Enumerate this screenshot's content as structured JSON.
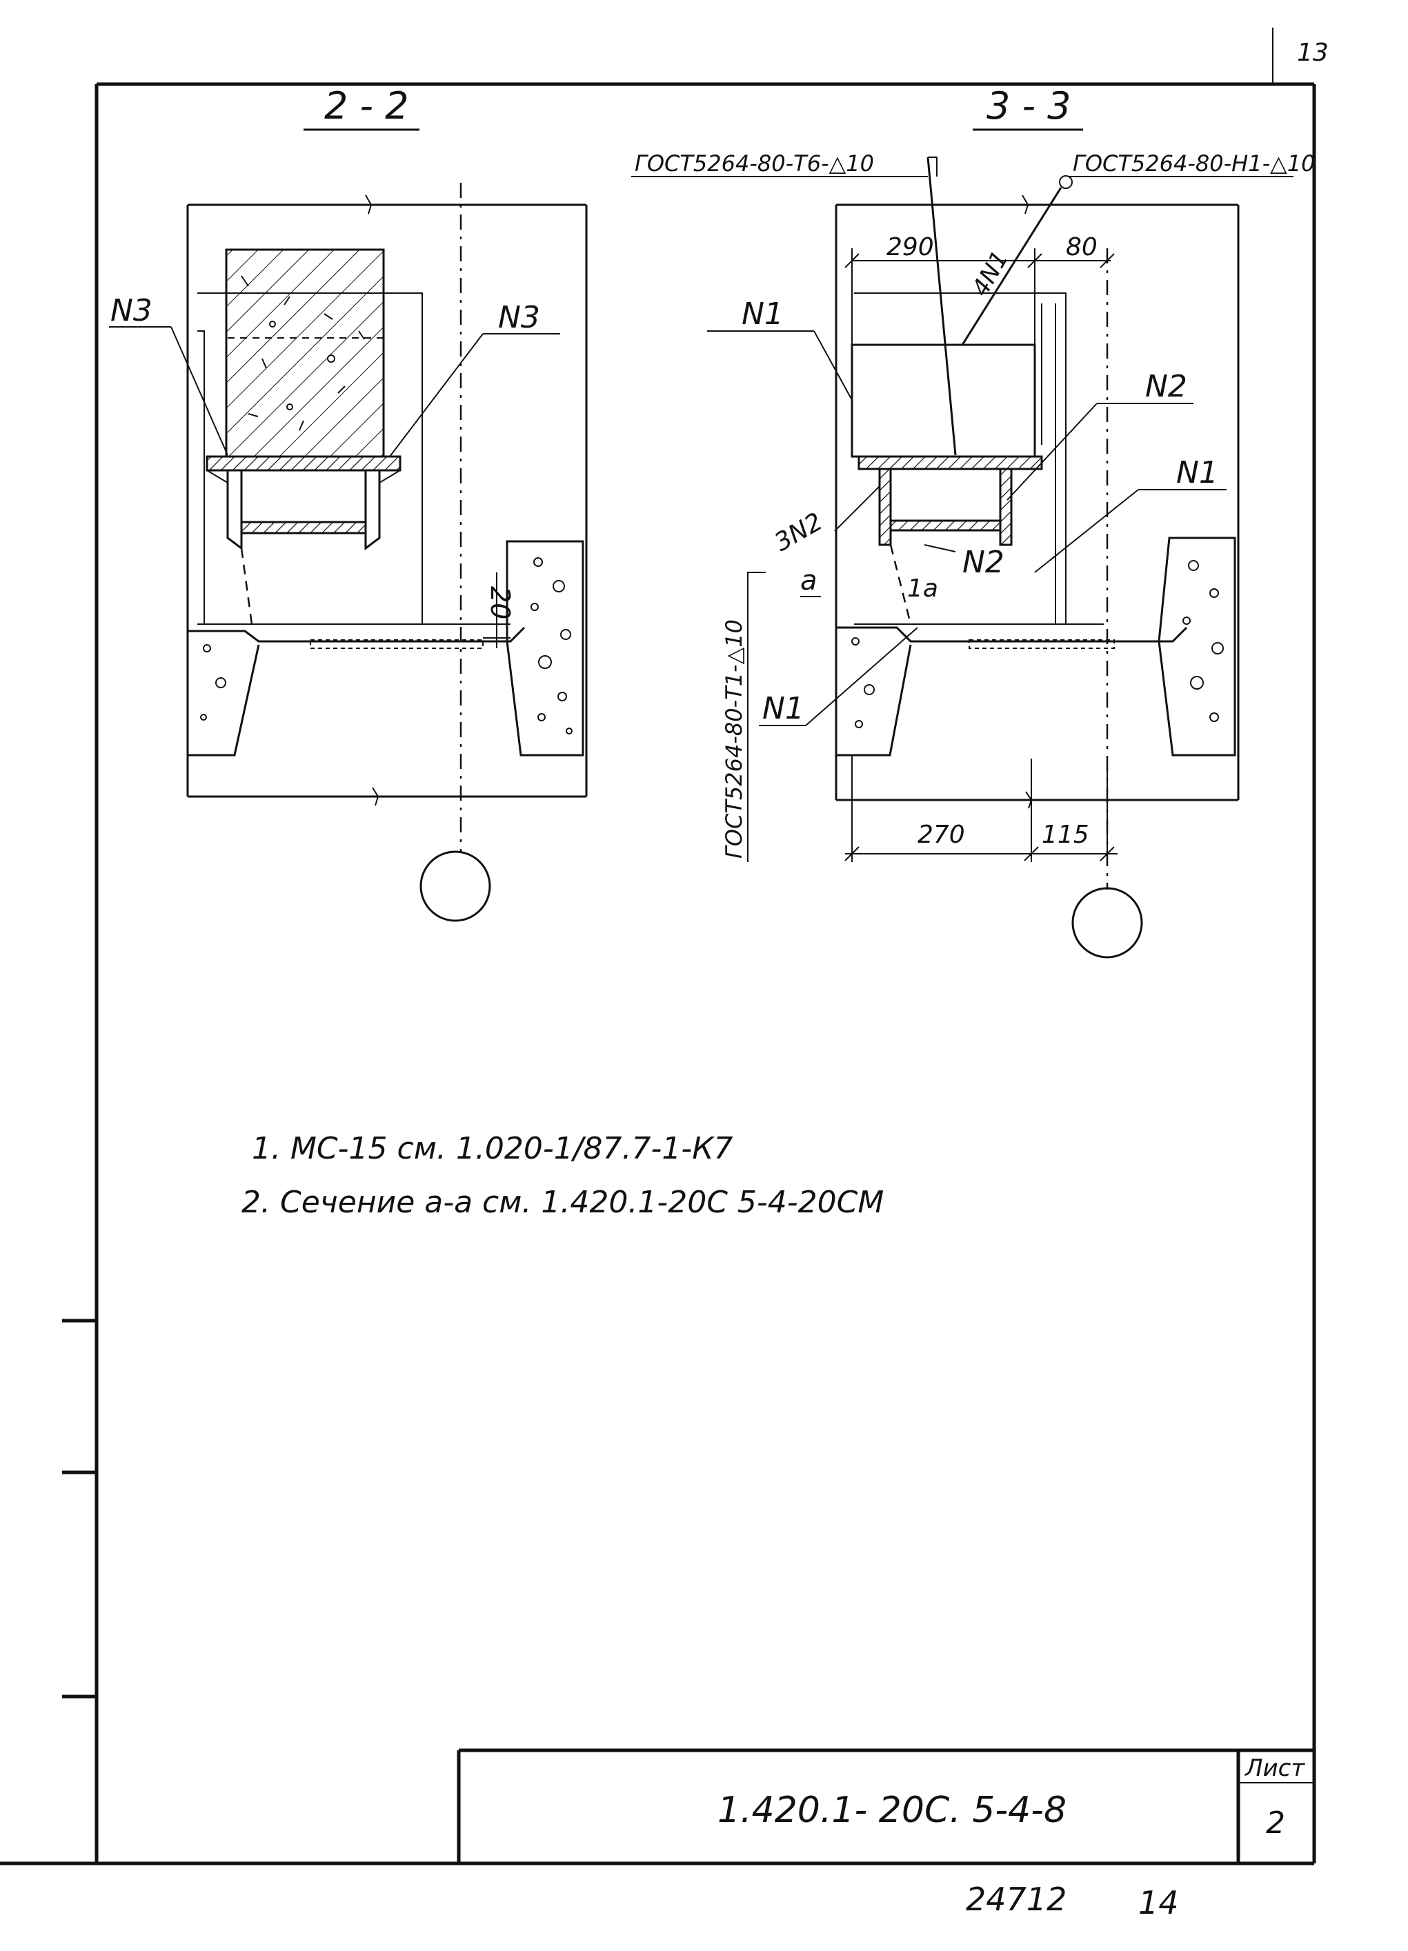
{
  "page_number_corner": "13",
  "sections": {
    "s22": {
      "title": "2 - 2",
      "label_n3_left": "N3",
      "label_n3_right": "N3",
      "dim_20": "20"
    },
    "s33": {
      "title": "3 - 3",
      "weld_top_left": "ГОСТ5264-80-Т6-△10",
      "weld_top_right": "ГОСТ5264-80-Н1-△10",
      "weld_vertical": "ГОСТ5264-80-Т1-△10",
      "label_4n1": "4N1",
      "label_3n2": "3N2",
      "label_n1_a": "N1",
      "label_n1_b": "N1",
      "label_n1_c": "N1",
      "label_n2_a": "N2",
      "label_n2_b": "N2",
      "label_a": "а",
      "label_1a": "1а",
      "dim_290": "290",
      "dim_80": "80",
      "dim_270": "270",
      "dim_115": "115"
    }
  },
  "notes": [
    "1. МС-15 см. 1.020-1/87.7-1-К7",
    "2. Сечение  а-а  см.  1.420.1-20С 5-4-20СМ"
  ],
  "title_block": {
    "designation": "1.420.1- 20С. 5-4-8",
    "sheet_label": "Лист",
    "sheet_number": "2"
  },
  "footer": {
    "inventory": "24712",
    "page": "14"
  }
}
